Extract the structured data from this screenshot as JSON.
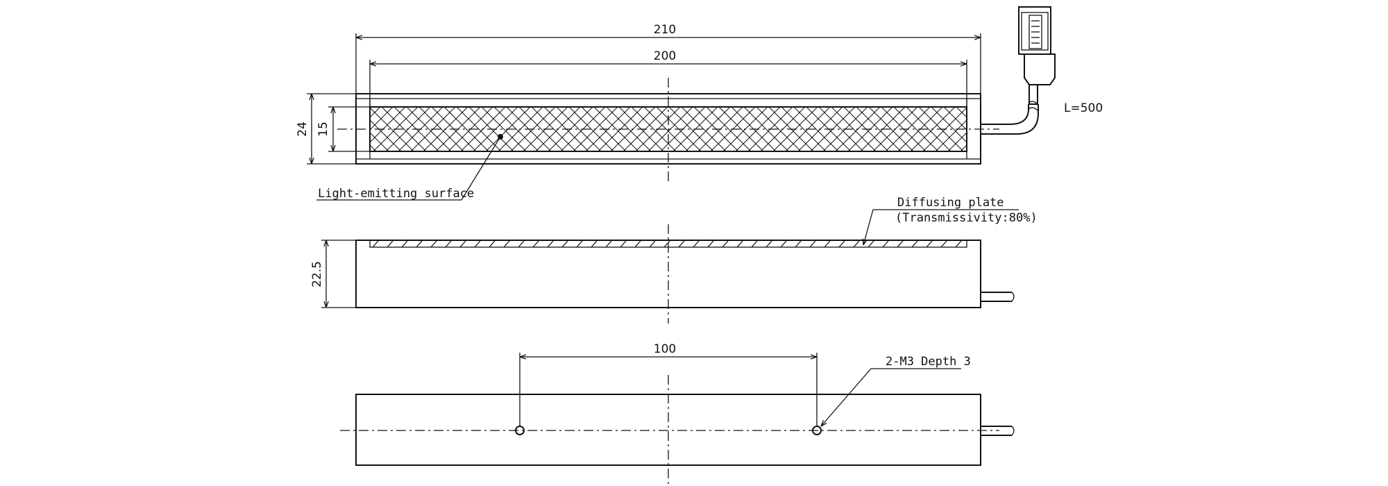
{
  "drawing": {
    "dimensions": {
      "overall_length": "210",
      "emitting_length": "200",
      "overall_width": "24",
      "emitting_width": "15",
      "height": "22.5",
      "hole_spacing": "100",
      "cable_length": "L=500"
    },
    "labels": {
      "light_emitting_surface": "Light-emitting surface",
      "diffusing_plate": "Diffusing plate",
      "transmissivity": "(Transmissivity:80%)",
      "mounting_holes": "2-M3 Depth 3"
    },
    "colors": {
      "line": "#111111",
      "background": "#ffffff"
    }
  }
}
